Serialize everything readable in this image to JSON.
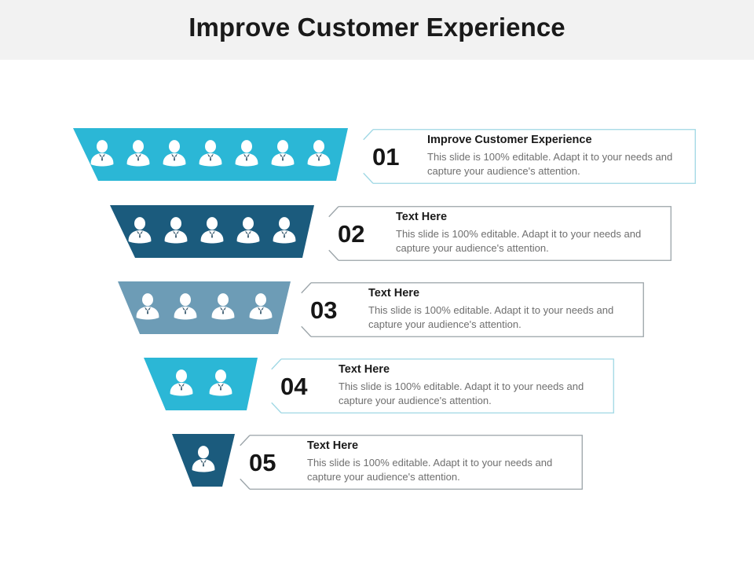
{
  "slide": {
    "title": "Improve Customer Experience",
    "background_color": "#ffffff",
    "header_band_color": "#f2f2f2"
  },
  "colors": {
    "cyan": "#2bb7d6",
    "dark_teal": "#1b5b7d",
    "steel_blue": "#6d9cb6",
    "border_cyan": "#9ed7e4",
    "border_gray": "#9aa3a8",
    "heading_text": "#1a1a1a",
    "body_text": "#6f6f6f",
    "number_text": "#161616",
    "icon_fill": "#ffffff"
  },
  "icon_name": "person-icon",
  "stages": [
    {
      "number": "01",
      "heading": "Improve Customer Experience",
      "body": "This slide is 100% editable. Adapt it to your needs and capture your audience's attention.",
      "band_color": "#2bb7d6",
      "border_color": "#9ed7e4",
      "person_count": 7
    },
    {
      "number": "02",
      "heading": "Text Here",
      "body": "This slide is 100% editable. Adapt it to your needs and capture your audience's attention.",
      "band_color": "#1b5b7d",
      "border_color": "#9aa3a8",
      "person_count": 5
    },
    {
      "number": "03",
      "heading": "Text Here",
      "body": "This slide is 100% editable. Adapt it to your needs and capture your audience's attention.",
      "band_color": "#6d9cb6",
      "border_color": "#9aa3a8",
      "person_count": 4
    },
    {
      "number": "04",
      "heading": "Text Here",
      "body": "This slide is 100% editable. Adapt it to your needs and capture your audience's attention.",
      "band_color": "#2bb7d6",
      "border_color": "#9ed7e4",
      "person_count": 2
    },
    {
      "number": "05",
      "heading": "Text Here",
      "body": "This slide is 100% editable. Adapt it to your needs and capture your audience's attention.",
      "band_color": "#1b5b7d",
      "border_color": "#9aa3a8",
      "person_count": 1
    }
  ]
}
